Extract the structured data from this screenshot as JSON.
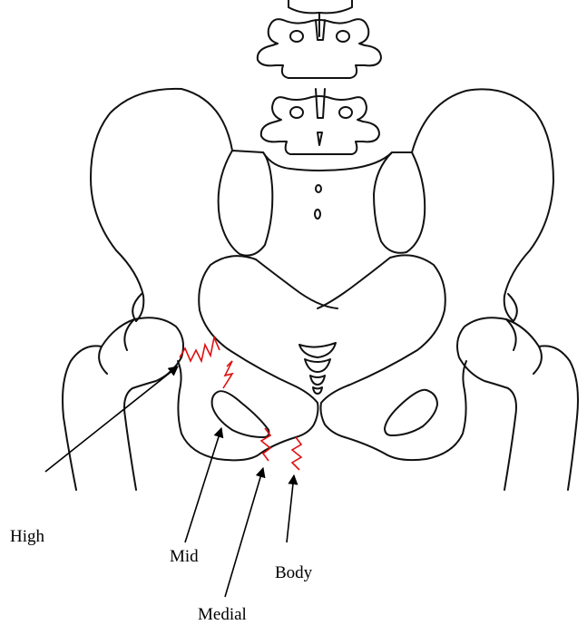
{
  "labels": {
    "high": "High",
    "mid": "Mid",
    "body": "Body",
    "medial": "Medial"
  },
  "colors": {
    "outline": "#111111",
    "fracture": "#e01010",
    "arrow": "#000000",
    "background": "#ffffff"
  }
}
